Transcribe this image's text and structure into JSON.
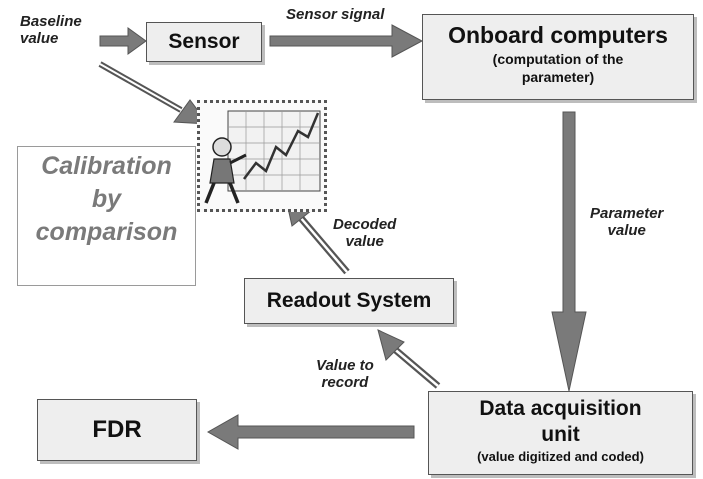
{
  "nodes": {
    "sensor": "Sensor",
    "onboard_title": "Onboard computers",
    "onboard_sub_1": "(computation of the",
    "onboard_sub_2": "parameter)",
    "readout": "Readout System",
    "daq_title_1": "Data acquisition",
    "daq_title_2": "unit",
    "daq_sub": "(value digitized and coded)",
    "fdr": "FDR",
    "calib_1": "Calibration",
    "calib_2": "by",
    "calib_3": "comparison"
  },
  "labels": {
    "baseline_1": "Baseline",
    "baseline_2": "value",
    "sensor_signal": "Sensor signal",
    "parameter_1": "Parameter",
    "parameter_2": "value",
    "decoded_1": "Decoded",
    "decoded_2": "value",
    "record_1": "Value to",
    "record_2": "record"
  },
  "colors": {
    "arrow_fill": "#7a7a7a",
    "box_fill": "#eeeeee",
    "calibration_text": "#7a7a7a"
  }
}
